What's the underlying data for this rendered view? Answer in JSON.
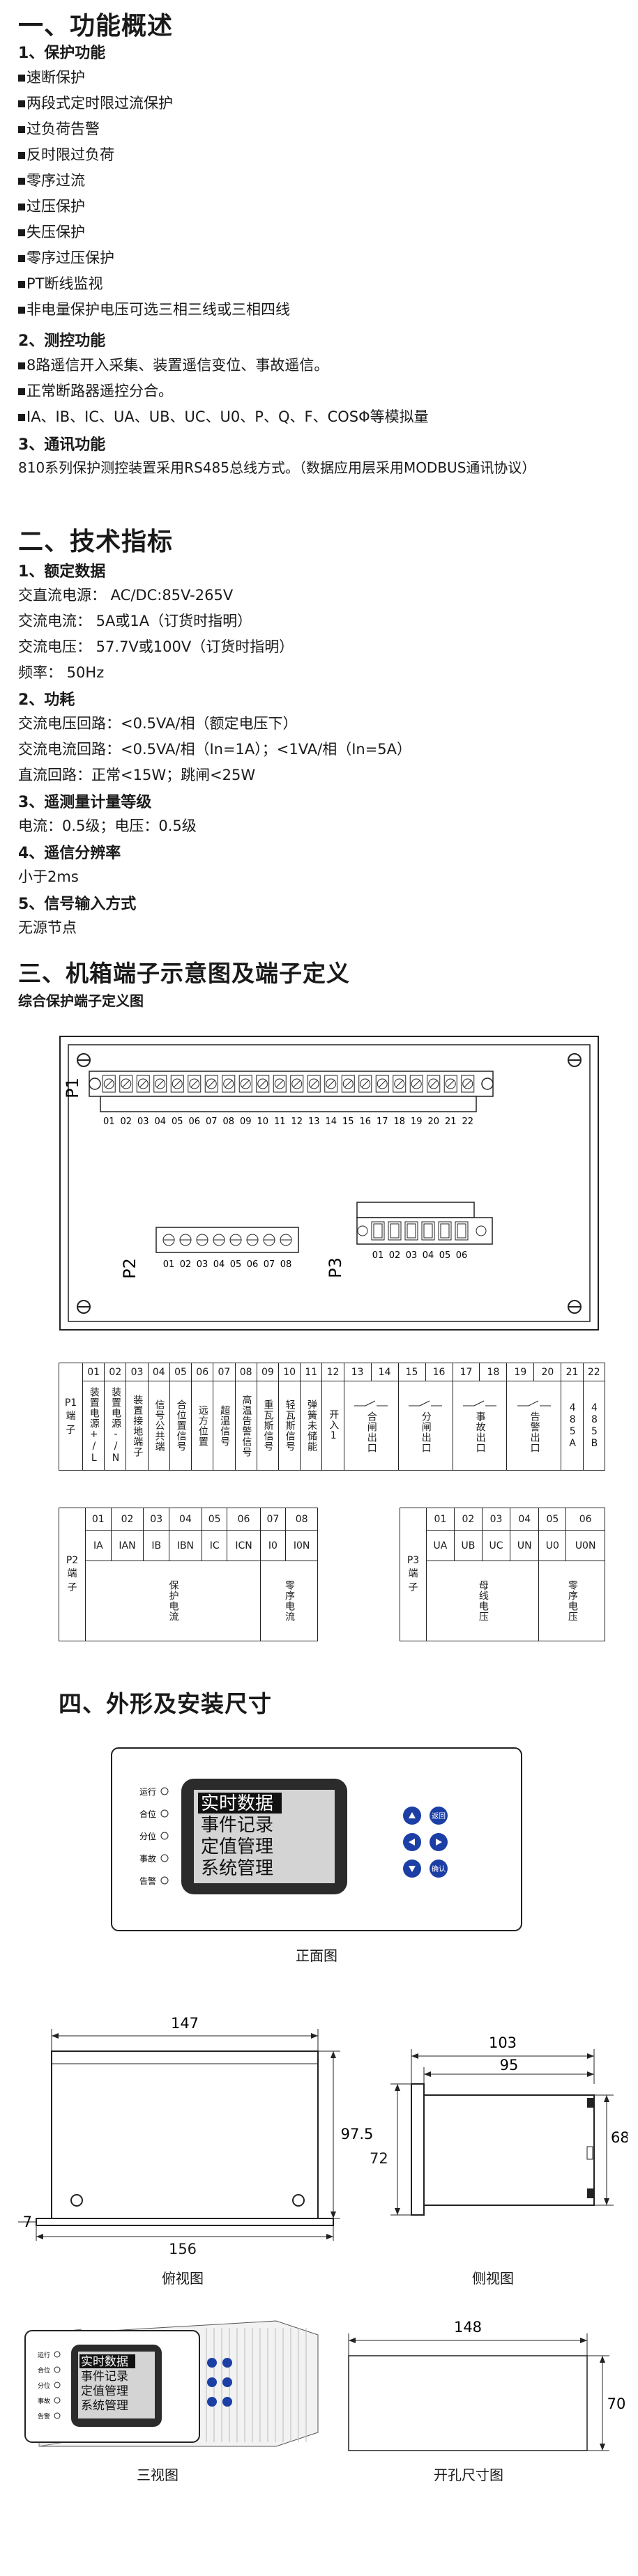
{
  "s1": {
    "title": "一、功能概述",
    "protect": {
      "title": "1、保护功能",
      "items": [
        "速断保护",
        "两段式定时限过流保护",
        "过负荷告警",
        "反时限过负荷",
        "零序过流",
        "过压保护",
        "失压保护",
        "零序过压保护",
        "PT断线监视",
        "非电量保护电压可选三相三线或三相四线"
      ]
    },
    "measure": {
      "title": "2、测控功能",
      "items": [
        "8路遥信开入采集、装置遥信变位、事故遥信。",
        "正常断路器遥控分合。",
        "IA、IB、IC、UA、UB、UC、U0、P、Q、F、COSΦ等模拟量"
      ]
    },
    "comm": {
      "title": "3、通讯功能",
      "text": "810系列保护测控装置采用RS485总线方式。（数据应用层采用MODBUS通讯协议）"
    }
  },
  "s2": {
    "title": "二、技术指标",
    "rated": {
      "title": "1、额定数据",
      "lines": [
        "交直流电源： AC/DC:85V-265V",
        "交流电流： 5A或1A（订货时指明）",
        "交流电压： 57.7V或100V（订货时指明）",
        "频率： 50Hz"
      ]
    },
    "power": {
      "title": "2、功耗",
      "lines": [
        "交流电压回路：<0.5VA/相（额定电压下）",
        "交流电流回路：<0.5VA/相（In=1A）；<1VA/相（In=5A）",
        "直流回路：正常<15W；跳闸<25W"
      ]
    },
    "accuracy": {
      "title": "3、遥测量计量等级",
      "line": "电流：0.5级；电压：0.5级"
    },
    "resolution": {
      "title": "4、遥信分辨率",
      "line": "小于2ms"
    },
    "signal": {
      "title": "5、信号输入方式",
      "line": "无源节点"
    }
  },
  "s3": {
    "title": "三、机箱端子示意图及端子定义",
    "subtitle": "综合保护端子定义图",
    "p1_label": "P1",
    "p2_label": "P2",
    "p3_label": "P3",
    "p1_nums": [
      "01",
      "02",
      "03",
      "04",
      "05",
      "06",
      "07",
      "08",
      "09",
      "10",
      "11",
      "12",
      "13",
      "14",
      "15",
      "16",
      "17",
      "18",
      "19",
      "20",
      "21",
      "22"
    ],
    "p2_nums": [
      "01",
      "02",
      "03",
      "04",
      "05",
      "06",
      "07",
      "08"
    ],
    "p3_nums": [
      "01",
      "02",
      "03",
      "04",
      "05",
      "06"
    ],
    "t1_head": [
      "P1",
      "端",
      "子"
    ],
    "t1_cols": [
      "装置电源+/L",
      "装置电源-/N",
      "装置接地端子",
      "信号公共端",
      "合位置信号",
      "远方位置",
      "超温信号",
      "高温告警信号",
      "重瓦斯信号",
      "轻瓦斯信号",
      "弹簧未储能",
      "开入1",
      "",
      "合闸出口",
      "",
      "分闸出口",
      "",
      "事故出口",
      "",
      "告警出口",
      "485A",
      "485B"
    ],
    "t2": {
      "head": [
        "P2",
        "端",
        "子"
      ],
      "cols": [
        "IA",
        "IAN",
        "IB",
        "IBN",
        "IC",
        "ICN",
        "I0",
        "I0N"
      ],
      "group1": "保护电流",
      "group2": "零序电流"
    },
    "t3": {
      "head": [
        "P3",
        "端",
        "子"
      ],
      "cols": [
        "UA",
        "UB",
        "UC",
        "UN",
        "U0",
        "U0N"
      ],
      "group1": "母线电压",
      "group2": "零序电压"
    }
  },
  "s4": {
    "title": "四、外形及安装尺寸",
    "front": {
      "leds": [
        "运行",
        "合位",
        "分位",
        "事故",
        "告警"
      ],
      "menu": [
        "实时数据",
        "事件记录",
        "定值管理",
        "系统管理"
      ],
      "btn_back": "返回",
      "btn_confirm": "确认",
      "caption": "正面图"
    },
    "top": {
      "w1": "147",
      "h1": "97.5",
      "d7": "7",
      "w2": "156",
      "caption": "俯视图"
    },
    "side": {
      "w1": "103",
      "w2": "95",
      "h1": "72",
      "h2": "68",
      "caption": "侧视图"
    },
    "three": {
      "caption": "三视图"
    },
    "cut": {
      "w": "148",
      "h": "70",
      "caption": "开孔尺寸图"
    }
  }
}
